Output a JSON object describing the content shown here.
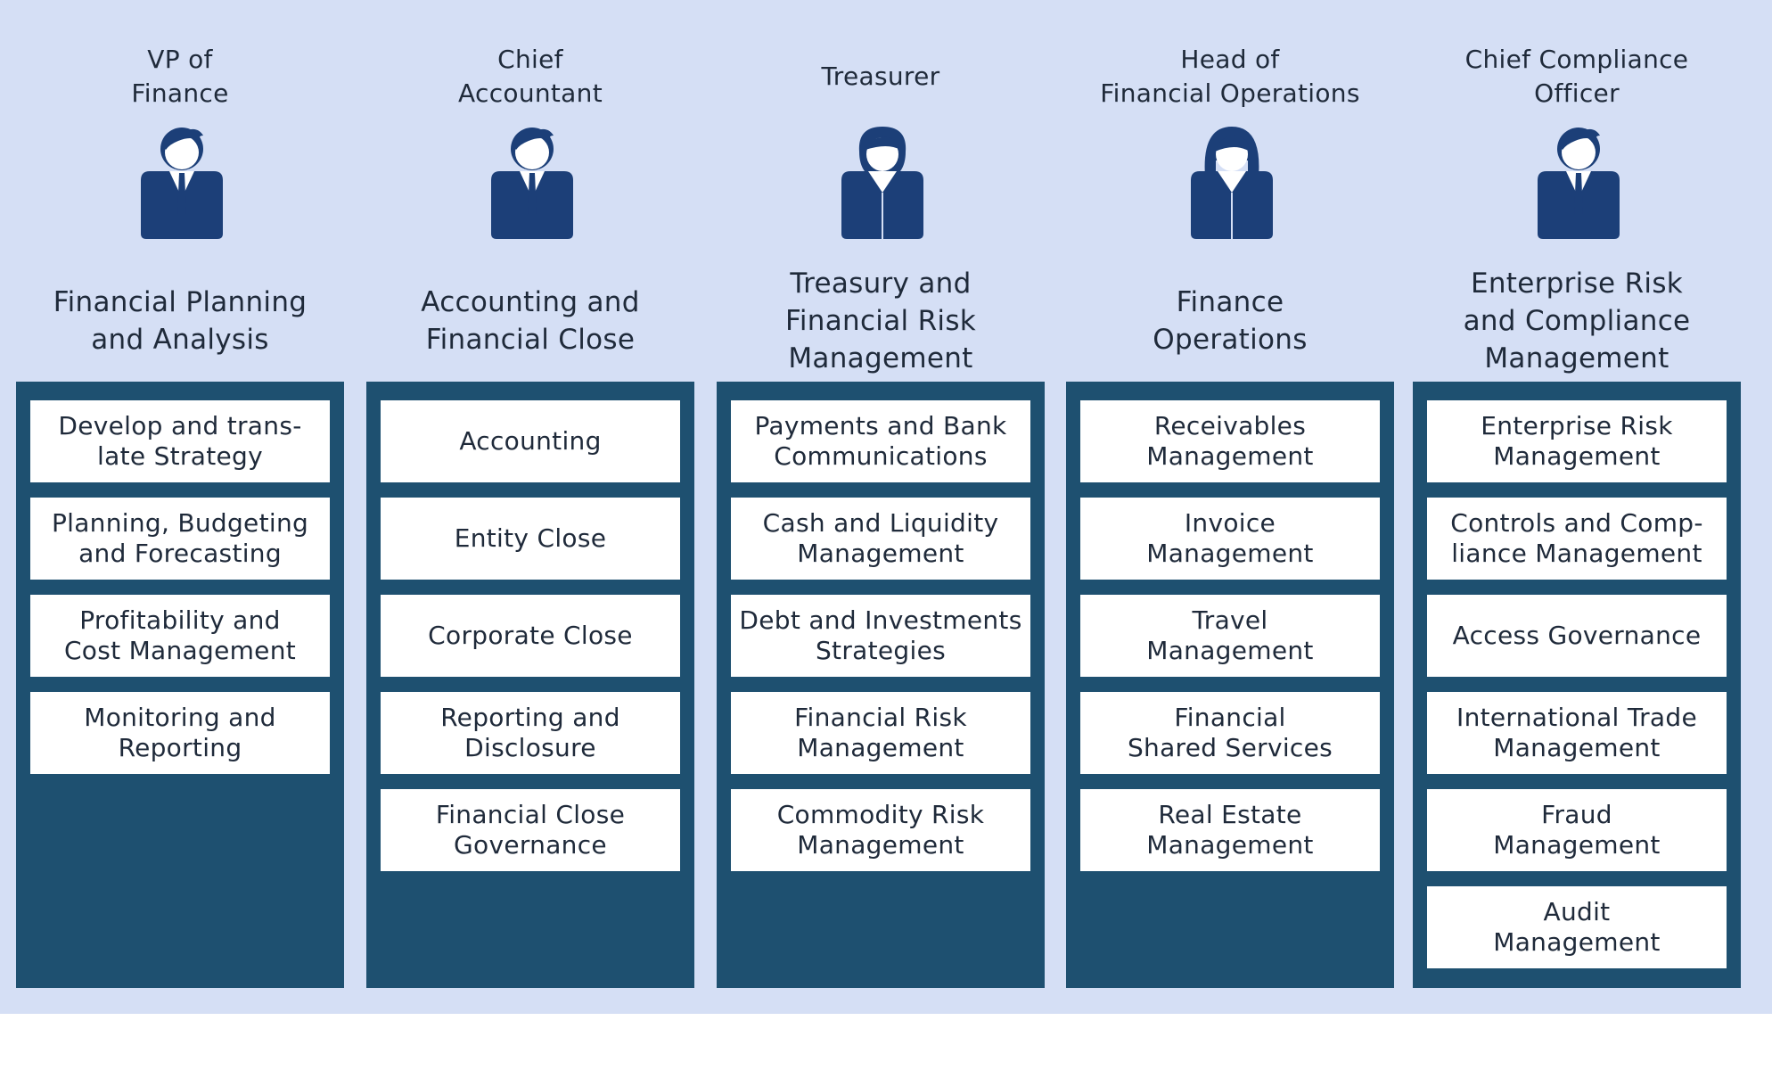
{
  "colors": {
    "panel": "#d5dff5",
    "column": "#1e5070",
    "card": "#ffffff",
    "icon": "#1c3f78"
  },
  "columns": [
    {
      "role": "VP of\nFinance",
      "avatar_icon": "businessman-icon",
      "area": "Financial Planning\nand Analysis",
      "items": [
        "Develop and trans-\nlate Strategy",
        "Planning, Budgeting\nand Forecasting",
        "Profitability and\nCost Management",
        "Monitoring and\nReporting"
      ]
    },
    {
      "role": "Chief\nAccountant",
      "avatar_icon": "businessman-icon",
      "area": "Accounting and\nFinancial Close",
      "items": [
        "Accounting",
        "Entity Close",
        "Corporate Close",
        "Reporting and\nDisclosure",
        "Financial Close\nGovernance"
      ]
    },
    {
      "role": "Treasurer",
      "avatar_icon": "businesswoman-icon",
      "area": "Treasury and\nFinancial Risk\nManagement",
      "items": [
        "Payments and Bank\nCommunications",
        "Cash and Liquidity\nManagement",
        "Debt and Investments\nStrategies",
        "Financial Risk\nManagement",
        "Commodity Risk\nManagement"
      ]
    },
    {
      "role": "Head of\nFinancial Operations",
      "avatar_icon": "businesswoman-icon",
      "area": "Finance\nOperations",
      "items": [
        "Receivables\nManagement",
        "Invoice\nManagement",
        "Travel\nManagement",
        "Financial\nShared Services",
        "Real Estate\nManagement"
      ]
    },
    {
      "role": "Chief Compliance\nOfficer",
      "avatar_icon": "businessman-icon",
      "area": "Enterprise Risk\nand Compliance\nManagement",
      "items": [
        "Enterprise Risk\nManagement",
        "Controls and Comp-\nliance Management",
        "Access Governance",
        "International Trade\nManagement",
        "Fraud\nManagement",
        "Audit\nManagement"
      ]
    }
  ]
}
